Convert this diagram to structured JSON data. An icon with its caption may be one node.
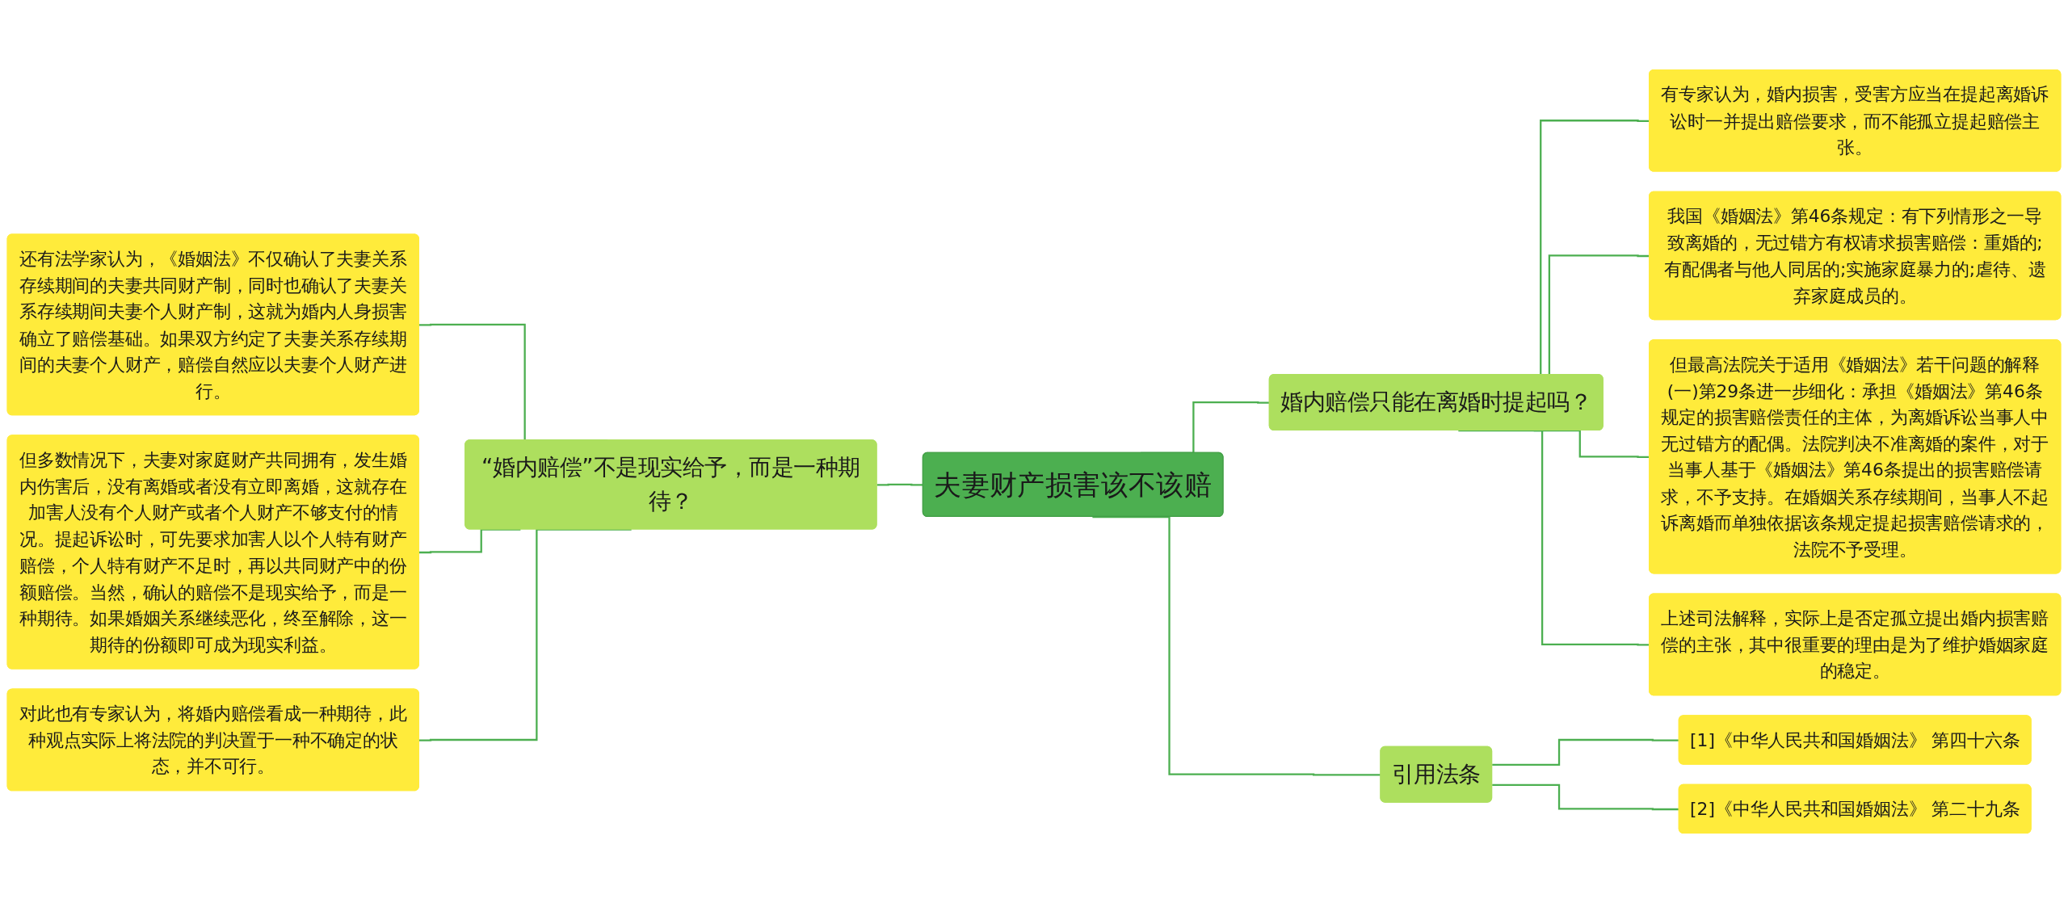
{
  "diagram": {
    "nodes": [
      {
        "text": [
          "夫妻财产损害该不该赔"
        ]
      },
      {
        "text": [
          "“婚内赔偿”不是现实给予，而是一种期待？"
        ]
      },
      {
        "text": [
          "还有法学家认为，《婚姻法》不仅确认了夫妻关系存续期间的夫妻共同财产制，同时也确认了夫妻关系存续期间夫妻个人财产制，这就为婚内人身损害确立了赔偿基础。如果双方约定了夫妻关系存续期间的夫妻个人财产，赔偿自然应以夫妻个人财产进行。"
        ]
      },
      {
        "text": [
          "但多数情况下，夫妻对家庭财产共同拥有，发生婚内伤害后，没有离婚或者没有立即离婚，这就存在加害人没有个人财产或者个人财产不够支付的情况。提起诉讼时，可先要求加害人以个人特有财产赔偿，个人特有财产不足时，再以共同财产中的份额赔偿。当然，确认的赔偿不是现实给予，而是一种期待。如果婚姻关系继续恶化，终至解除，这一期待的份额即可成为现实利益。"
        ]
      },
      {
        "text": [
          "对此也有专家认为，将婚内赔偿看成一种期待，此种观点实际上将法院的判决置于一种不确定的状态，并不可行。"
        ]
      },
      {
        "text": [
          "婚内赔偿只能在离婚时提起吗？"
        ]
      },
      {
        "text": [
          "有专家认为，婚内损害，受害方应当在提起离婚诉讼时一并提出赔偿要求，而不能孤立提起赔偿主张。"
        ]
      },
      {
        "text": [
          "我国《婚姻法》第46条规定：有下列情形之一导致离婚的，无过错方有权请求损害赔偿：重婚的;有配偶者与他人同居的;实施家庭暴力的;虐待、遗弃家庭成员的。"
        ]
      },
      {
        "text": [
          "但最高法院关于适用《婚姻法》若干问题的解释(一)第29条进一步细化：承担《婚姻法》第46条规定的损害赔偿责任的主体，为离婚诉讼当事人中无过错方的配偶。法院判决不准离婚的案件，对于当事人基于《婚姻法》第46条提出的损害赔偿请求，不予支持。在婚姻关系存续期间，当事人不起诉离婚而单独依据该条规定提起损害赔偿请求的，法院不予受理。"
        ]
      },
      {
        "text": [
          "上述司法解释，实际上是否定孤立提出婚内损害赔偿的主张，其中很重要的理由是为了维护婚姻家庭的稳定。"
        ]
      },
      {
        "text": [
          "引用法条"
        ]
      },
      {
        "text": [
          "[1]《中华人民共和国婚姻法》 第四十六条"
        ]
      },
      {
        "text": [
          "[2]《中华人民共和国婚姻法》 第二十九条"
        ]
      }
    ],
    "edges": [
      {
        "from": 0,
        "to": 1,
        "arrow": "none"
      },
      {
        "from": 1,
        "to": 2,
        "arrow": "none"
      },
      {
        "from": 1,
        "to": 3,
        "arrow": "none"
      },
      {
        "from": 1,
        "to": 4,
        "arrow": "none"
      },
      {
        "from": 0,
        "to": 5,
        "arrow": "none"
      },
      {
        "from": 5,
        "to": 6,
        "arrow": "none"
      },
      {
        "from": 5,
        "to": 7,
        "arrow": "none"
      },
      {
        "from": 5,
        "to": 8,
        "arrow": "none"
      },
      {
        "from": 5,
        "to": 9,
        "arrow": "none"
      },
      {
        "from": 0,
        "to": 10,
        "arrow": "none"
      },
      {
        "from": 10,
        "to": 11,
        "arrow": "none"
      },
      {
        "from": 10,
        "to": 12,
        "arrow": "none"
      }
    ]
  }
}
